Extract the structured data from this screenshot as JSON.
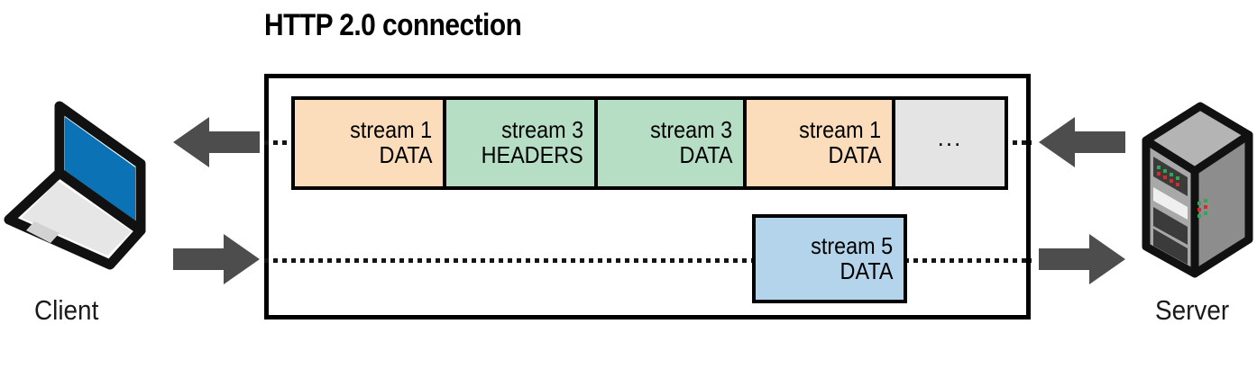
{
  "diagram": {
    "title": "HTTP 2.0 connection",
    "colors": {
      "frame_data_orange": "#fbdcbb",
      "frame_headers_green": "#b5dec4",
      "frame_upstream_blue": "#b3d4ea",
      "frame_ellipsis_gray": "#e4e4e4",
      "arrow_gray": "#4d4d4d",
      "outline_black": "#000000",
      "laptop_screen_blue": "#0b72b5",
      "server_body_gray": "#9e9e9e"
    }
  },
  "endpoints": {
    "client": {
      "label": "Client",
      "icon": "laptop-icon"
    },
    "server": {
      "label": "Server",
      "icon": "server-tower-icon"
    }
  },
  "arrows": {
    "client_downstream": {
      "name": "arrow-left-client-inbound",
      "direction": "left"
    },
    "client_upstream": {
      "name": "arrow-right-client-outbound",
      "direction": "right"
    },
    "server_downstream": {
      "name": "arrow-left-server-outbound",
      "direction": "left"
    },
    "server_upstream": {
      "name": "arrow-right-server-inbound",
      "direction": "right"
    }
  },
  "channels": {
    "downstream": {
      "name": "downstream-channel",
      "line_style": "dotted",
      "frames": [
        {
          "stream": "stream 1",
          "type": "DATA",
          "color": "#fbdcbb",
          "width": 168
        },
        {
          "stream": "stream 3",
          "type": "HEADERS",
          "color": "#b5dec4",
          "width": 168
        },
        {
          "stream": "stream 3",
          "type": "DATA",
          "color": "#b5dec4",
          "width": 165
        },
        {
          "stream": "stream 1",
          "type": "DATA",
          "color": "#fbdcbb",
          "width": 165
        },
        {
          "stream": "...",
          "type": "",
          "color": "#e4e4e4",
          "width": 121
        }
      ]
    },
    "upstream": {
      "name": "upstream-channel",
      "line_style": "dotted",
      "frames": [
        {
          "stream": "stream 5",
          "type": "DATA",
          "color": "#b3d4ea",
          "width": 172
        }
      ]
    }
  }
}
